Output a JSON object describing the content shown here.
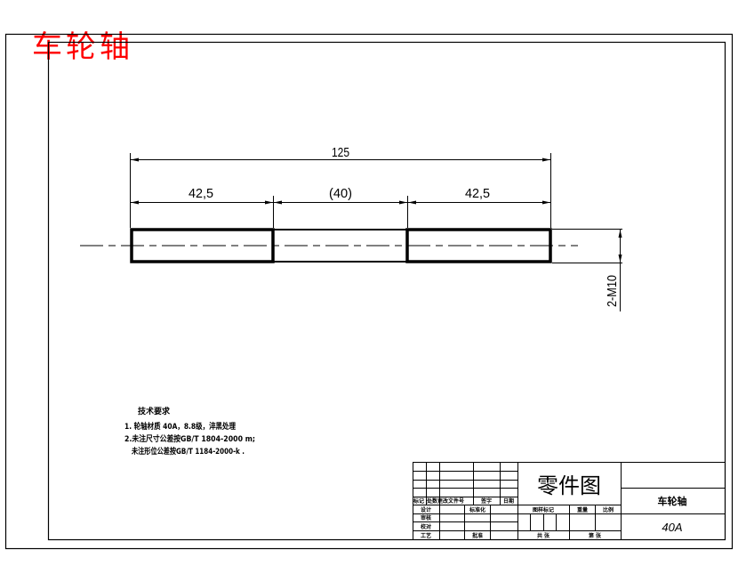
{
  "drawing_title": "车轮轴",
  "dimensions": {
    "overall": "125",
    "left_thread": "42,5",
    "middle": "(40)",
    "right_thread": "42,5",
    "thread_spec": "2-M10"
  },
  "technical_requirements": {
    "heading": "技术要求",
    "lines": [
      "1. 轮轴材质 40A，8.8级，淬黑处理",
      "2.未注尺寸公差按GB/T 1804-2000 m;",
      "未注形位公差按GB/T 1184-2000-k ."
    ]
  },
  "title_block": {
    "drawing_type": "零件图",
    "part_name": "车轮轴",
    "material": "40A",
    "revision_headers": [
      "标记",
      "处数",
      "更改文件号",
      "签字",
      "日期"
    ],
    "sign_rows": [
      "设计",
      "审核",
      "校对",
      "工艺"
    ],
    "standardization": "标准化",
    "approval": "批准",
    "sheet_headers": [
      "图样标记",
      "重量",
      "比例"
    ],
    "sheet_total": "共 张",
    "sheet_number": "第 张"
  },
  "colors": {
    "title": "#ff0000",
    "line": "#000000",
    "background": "#ffffff"
  }
}
